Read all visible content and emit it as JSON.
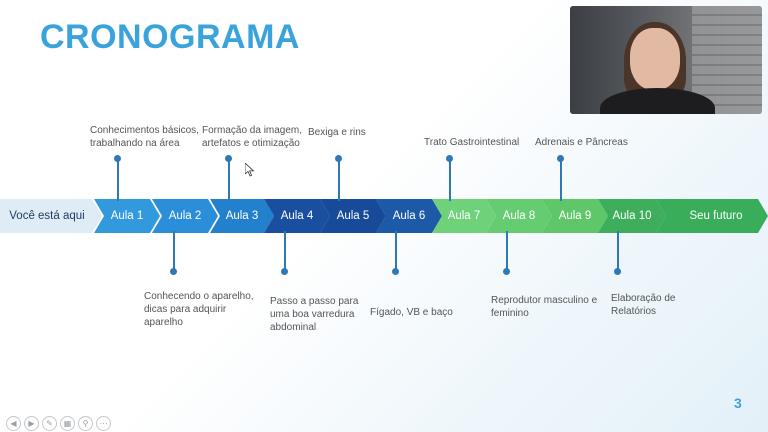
{
  "title": "CRONOGRAMA",
  "slide_number": "3",
  "timeline": {
    "segments": [
      {
        "label": "Você está aqui",
        "color": "#e0ecf5"
      },
      {
        "label": "Aula 1",
        "color": "#3399dd"
      },
      {
        "label": "Aula 2",
        "color": "#2a8fd8"
      },
      {
        "label": "Aula 3",
        "color": "#2380cc"
      },
      {
        "label": "Aula 4",
        "color": "#1a4fa0"
      },
      {
        "label": "Aula 5",
        "color": "#174a98"
      },
      {
        "label": "Aula 6",
        "color": "#1c5aa8"
      },
      {
        "label": "Aula 7",
        "color": "#6fd17a"
      },
      {
        "label": "Aula 8",
        "color": "#66cc72"
      },
      {
        "label": "Aula 9",
        "color": "#5fc66a"
      },
      {
        "label": "Aula 10",
        "color": "#3fae5c"
      },
      {
        "label": "Seu futuro",
        "color": "#3aad5a"
      }
    ]
  },
  "topics": {
    "aula1": "Conhecimentos básicos, trabalhando na área",
    "aula2": "Conhecendo o aparelho, dicas para adquirir aparelho",
    "aula3": "Formação da imagem, artefatos e otimização",
    "aula4": "Passo a passo para uma boa varredura abdominal",
    "aula5": "Bexiga e rins",
    "aula6": "Fígado, VB e baço",
    "aula7": "Trato Gastrointestinal",
    "aula8": "Reprodutor masculino e feminino",
    "aula9": "Adrenais e Pâncreas",
    "aula10": "Elaboração de Relatórios"
  },
  "colors": {
    "accent": "#3aa3dc",
    "connector": "#2e79b5"
  },
  "toolbar": {
    "icons": [
      "previous-icon",
      "next-icon",
      "pen-icon",
      "slides-icon",
      "zoom-icon",
      "more-icon"
    ]
  }
}
